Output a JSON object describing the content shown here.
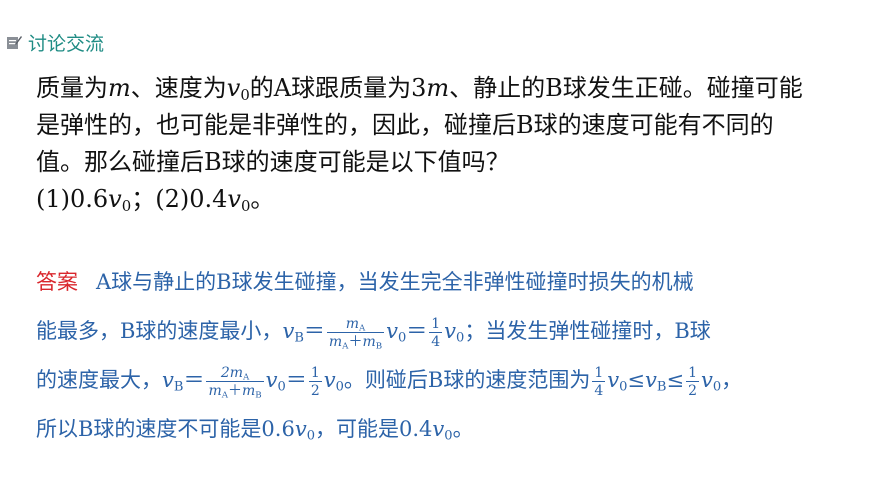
{
  "header": {
    "icon": "note-pencil-icon",
    "title": "讨论交流",
    "accent_color": "#1f8c84"
  },
  "question": {
    "line1": {
      "p1": "质量为",
      "m": "m",
      "p2": "、速度为",
      "v": "v",
      "vsub": "0",
      "p3": "的A球跟质量为3",
      "m2": "m",
      "p4": "、静止的B球发生正碰。碰撞可能"
    },
    "line2": "是弹性的，也可能是非弹性的，因此，碰撞后B球的速度可能有不同的",
    "line3": "值。那么碰撞后B球的速度可能是以下值吗？",
    "line4": {
      "p1": "(1)0.6",
      "v1": "v",
      "s1": "0",
      "p2": "；(2)0.4",
      "v2": "v",
      "s2": "0",
      "p3": "。"
    }
  },
  "answer": {
    "label": "答案",
    "label_color": "#d9262c",
    "text_color": "#2c63a8",
    "line1": "A球与静止的B球发生碰撞，当发生完全非弹性碰撞时损失的机械",
    "line2": {
      "p1": "能最多，B球的速度最小，",
      "v": "v",
      "vsub": "B",
      "eq1": "＝",
      "frac_num": "m",
      "frac_num_sub": "A",
      "frac_den_a": "m",
      "frac_den_a_sub": "A",
      "frac_den_plus": "＋",
      "frac_den_b": "m",
      "frac_den_b_sub": "B",
      "v0": "v",
      "v0sub": "0",
      "eq2": "＝",
      "q_num": "1",
      "q_den": "4",
      "v0b": "v",
      "v0bsub": "0",
      "p2": "；当发生弹性碰撞时，B球"
    },
    "line3": {
      "p1": "的速度最大，",
      "v": "v",
      "vsub": "B",
      "eq1": "＝",
      "frac_num": "2m",
      "frac_num_sub": "A",
      "frac_den_a": "m",
      "frac_den_a_sub": "A",
      "frac_den_plus": "＋",
      "frac_den_b": "m",
      "frac_den_b_sub": "B",
      "v0": "v",
      "v0sub": "0",
      "eq2": "＝",
      "h_num": "1",
      "h_den": "2",
      "v0b": "v",
      "v0bsub": "0",
      "p2": "。则碰后B球的速度范围为",
      "r1_num": "1",
      "r1_den": "4",
      "rv1": "v",
      "rv1sub": "0",
      "le1": "≤",
      "rv2": "v",
      "rv2sub": "B",
      "le2": "≤",
      "r2_num": "1",
      "r2_den": "2",
      "rv3": "v",
      "rv3sub": "0",
      "p3": "，"
    },
    "line4": {
      "p1": "所以B球的速度不可能是0.6",
      "v1": "v",
      "s1": "0",
      "p2": "，可能是0.4",
      "v2": "v",
      "s2": "0",
      "p3": "。"
    }
  }
}
